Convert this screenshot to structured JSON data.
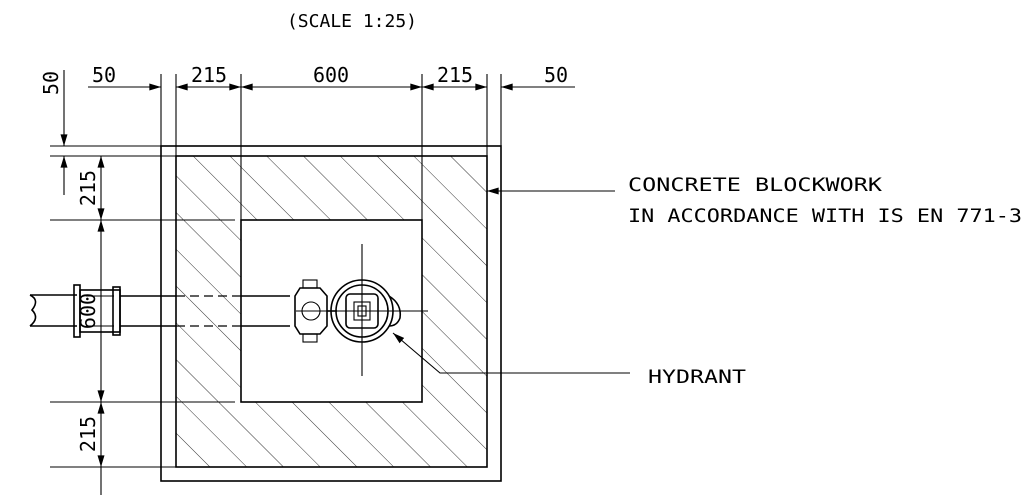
{
  "title": "(SCALE 1:25)",
  "dimensions": {
    "top_left_offset": "50",
    "top_wall_left": "215",
    "top_chamber": "600",
    "top_wall_right": "215",
    "top_right_offset": "50",
    "left_top_offset": "50",
    "left_wall_top": "215",
    "left_chamber": "600",
    "left_wall_bottom": "215"
  },
  "labels": {
    "blockwork_line1": "CONCRETE BLOCKWORK",
    "blockwork_line2": "IN ACCORDANCE WITH IS EN 771-3",
    "hydrant": "HYDRANT"
  }
}
